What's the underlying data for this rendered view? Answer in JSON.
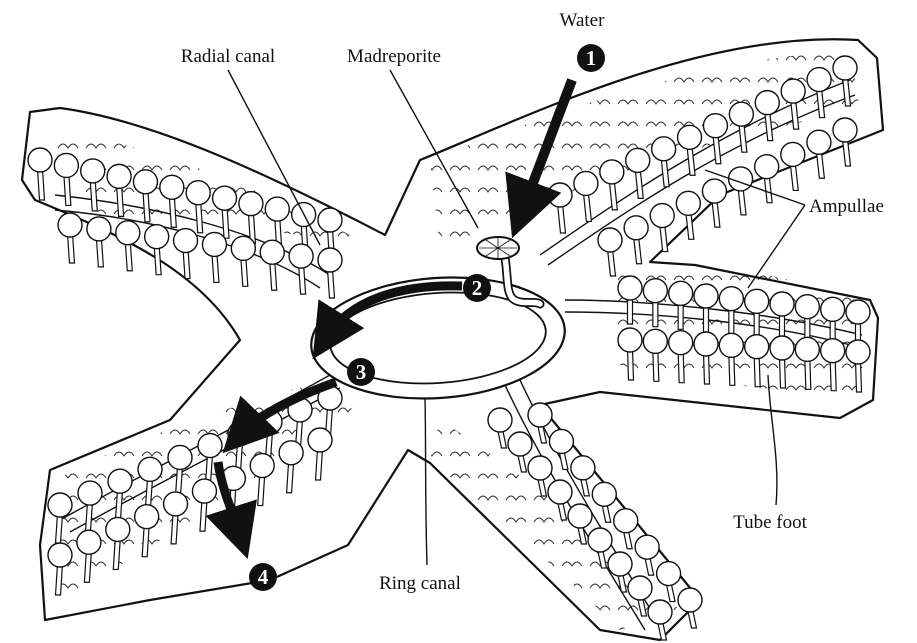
{
  "labels": {
    "water": "Water",
    "madreporite": "Madreporite",
    "radial_canal": "Radial canal",
    "ampullae": "Ampullae",
    "tube_foot": "Tube foot",
    "ring_canal": "Ring canal"
  },
  "steps": [
    "1",
    "2",
    "3",
    "4"
  ],
  "colors": {
    "ink": "#111111",
    "paper": "#ffffff"
  }
}
